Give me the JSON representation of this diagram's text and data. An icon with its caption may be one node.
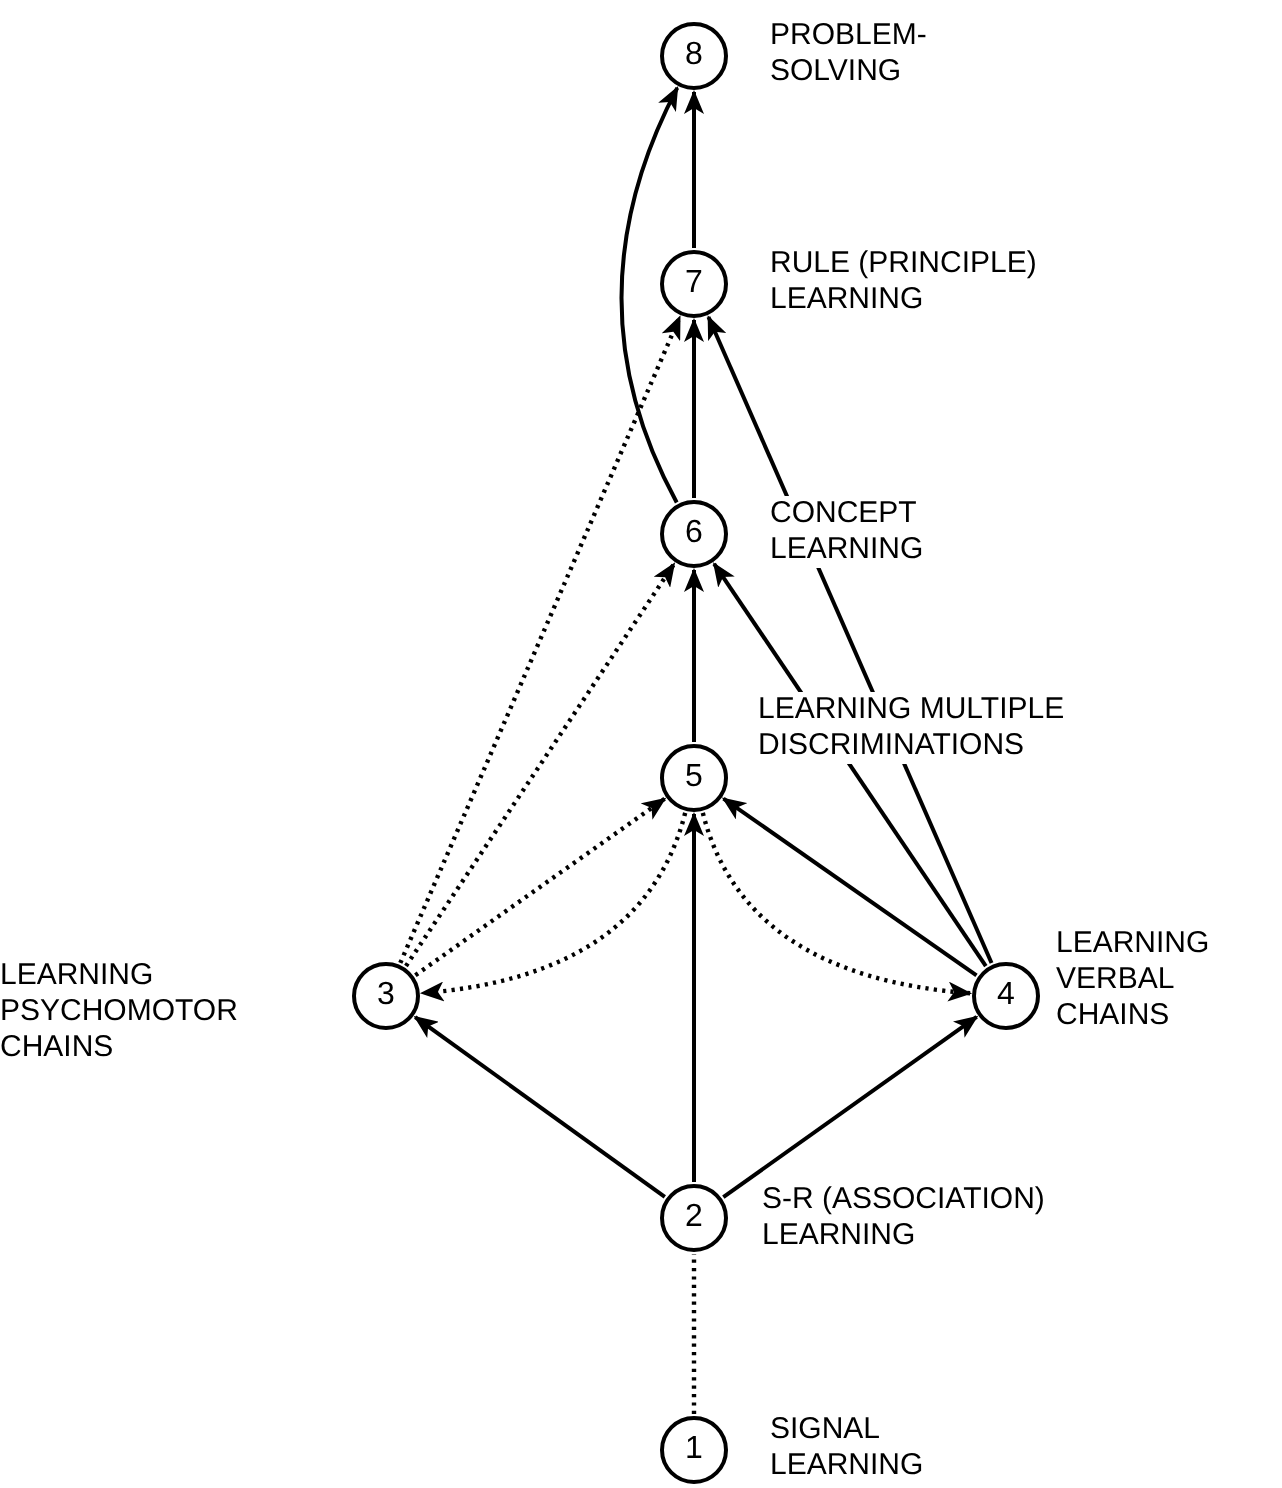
{
  "diagram": {
    "nodes": [
      {
        "text": [
          "1"
        ],
        "beside": [
          "SIGNAL LEARNING"
        ]
      },
      {
        "text": [
          "2"
        ],
        "beside": [
          "S-R (ASSOCIATION) LEARNING"
        ]
      },
      {
        "text": [
          "3"
        ],
        "beside": [
          "LEARNING PSYCHOMOTOR CHAINS"
        ]
      },
      {
        "text": [
          "4"
        ],
        "beside": [
          "LEARNING VERBAL CHAINS"
        ]
      },
      {
        "text": [
          "5"
        ],
        "beside": [
          "LEARNING MULTIPLE DISCRIMINATIONS"
        ]
      },
      {
        "text": [
          "6"
        ],
        "beside": [
          "CONCEPT LEARNING"
        ]
      },
      {
        "text": [
          "7"
        ],
        "beside": [
          "RULE (PRINCIPLE) LEARNING"
        ]
      },
      {
        "text": [
          "8"
        ],
        "beside": [
          "PROBLEM-SOLVING"
        ]
      }
    ],
    "edges": [
      {
        "from": 0,
        "to": 1,
        "arrow": "none",
        "style": "dashed"
      },
      {
        "from": 1,
        "to": 2,
        "arrow": "to"
      },
      {
        "from": 1,
        "to": 3,
        "arrow": "to"
      },
      {
        "from": 1,
        "to": 4,
        "arrow": "to"
      },
      {
        "from": 2,
        "to": 4,
        "arrow": "to",
        "style": "dashed"
      },
      {
        "from": 4,
        "to": 2,
        "arrow": "to",
        "style": "dashed"
      },
      {
        "from": 4,
        "to": 3,
        "arrow": "to",
        "style": "dashed"
      },
      {
        "from": 3,
        "to": 4,
        "arrow": "to"
      },
      {
        "from": 2,
        "to": 5,
        "arrow": "to",
        "style": "dashed"
      },
      {
        "from": 2,
        "to": 6,
        "arrow": "to",
        "style": "dashed"
      },
      {
        "from": 4,
        "to": 5,
        "arrow": "to"
      },
      {
        "from": 3,
        "to": 5,
        "arrow": "to"
      },
      {
        "from": 3,
        "to": 6,
        "arrow": "to"
      },
      {
        "from": 5,
        "to": 6,
        "arrow": "to"
      },
      {
        "from": 5,
        "to": 7,
        "arrow": "to"
      },
      {
        "from": 6,
        "to": 7,
        "arrow": "to"
      }
    ]
  }
}
